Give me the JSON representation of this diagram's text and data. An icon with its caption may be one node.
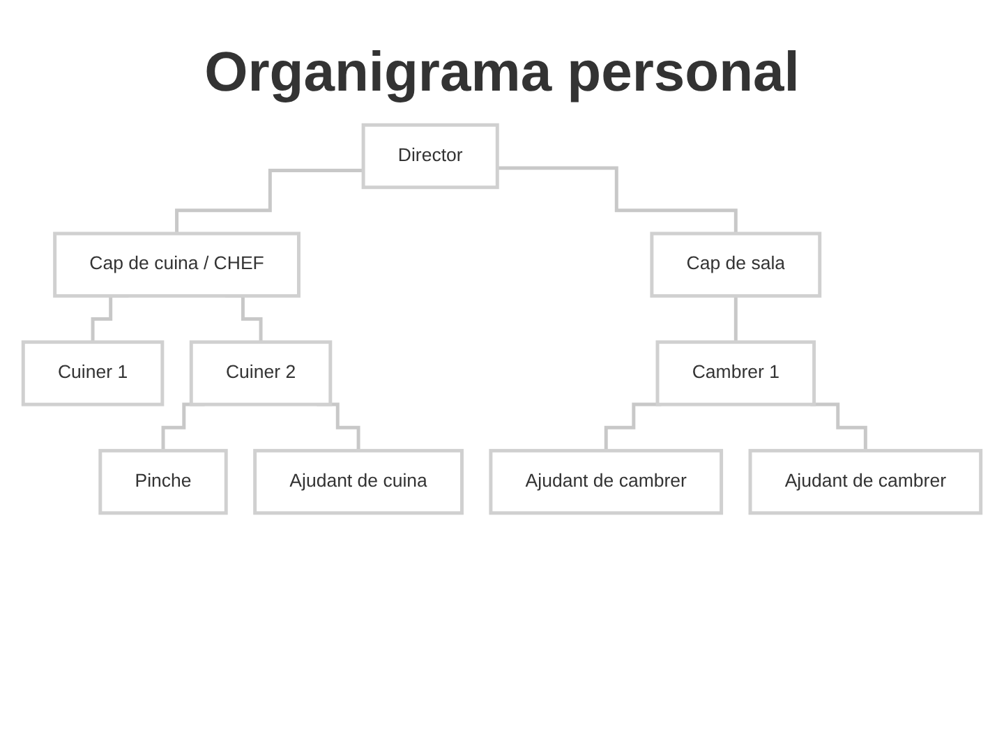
{
  "diagram": {
    "title": "Organigrama personal",
    "nodes": [
      {
        "text": [
          "Director"
        ]
      },
      {
        "text": [
          "Cap de cuina / CHEF"
        ]
      },
      {
        "text": [
          "Cap de sala"
        ]
      },
      {
        "text": [
          "Cuiner 1"
        ]
      },
      {
        "text": [
          "Cuiner 2"
        ]
      },
      {
        "text": [
          "Cambrer 1"
        ]
      },
      {
        "text": [
          "Pinche"
        ]
      },
      {
        "text": [
          "Ajudant de cuina"
        ]
      },
      {
        "text": [
          "Ajudant de cambrer"
        ]
      },
      {
        "text": [
          "Ajudant de cambrer"
        ]
      }
    ],
    "edges": [
      {
        "from": 0,
        "to": 1,
        "arrow": "none"
      },
      {
        "from": 0,
        "to": 2,
        "arrow": "none"
      },
      {
        "from": 1,
        "to": 3,
        "arrow": "none"
      },
      {
        "from": 1,
        "to": 4,
        "arrow": "none"
      },
      {
        "from": 2,
        "to": 5,
        "arrow": "none"
      },
      {
        "from": 4,
        "to": 6,
        "arrow": "none"
      },
      {
        "from": 4,
        "to": 7,
        "arrow": "none"
      },
      {
        "from": 5,
        "to": 8,
        "arrow": "none"
      },
      {
        "from": 5,
        "to": 9,
        "arrow": "none"
      }
    ]
  }
}
